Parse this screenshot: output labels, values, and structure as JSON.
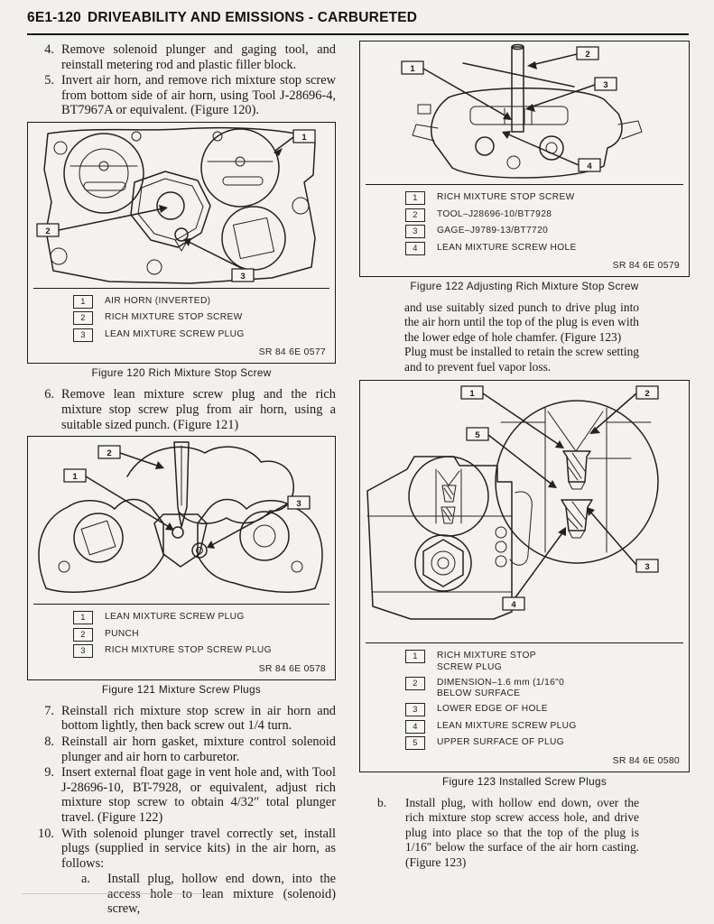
{
  "header": {
    "code": "6E1-120",
    "title": "DRIVEABILITY AND EMISSIONS - CARBURETED"
  },
  "steps": [
    {
      "num": "4.",
      "text": "Remove solenoid plunger and gaging tool, and reinstall metering rod and plastic filler block."
    },
    {
      "num": "5.",
      "text": "Invert air horn, and remove rich mixture stop screw from bottom side of air horn, using Tool J-28696-4, BT7967A or equivalent. (Figure 120)."
    },
    {
      "num": "6.",
      "text": "Remove lean mixture screw plug and the rich mixture stop screw plug from air horn, using a suitable sized punch. (Figure 121)"
    },
    {
      "num": "7.",
      "text": "Reinstall rich mixture stop screw in air horn and bottom lightly, then back screw out 1/4 turn."
    },
    {
      "num": "8.",
      "text": "Reinstall air horn gasket, mixture control solenoid plunger and air horn to carburetor."
    },
    {
      "num": "9.",
      "text": "Insert external float gage in vent hole and, with Tool J-28696-10, BT-7928, or equivalent, adjust rich mixture stop screw to obtain 4/32″ total plunger travel. (Figure 122)"
    },
    {
      "num": "10.",
      "text": "With solenoid plunger travel correctly set, install plugs (supplied in service kits) in the air horn, as follows:"
    }
  ],
  "substeps": [
    {
      "num": "a.",
      "text": "Install plug, hollow end down, into the access hole to lean mixture (solenoid) screw,"
    },
    {
      "num": "b.",
      "text": "Install plug, with hollow end down, over the rich mixture stop screw access hole, and drive plug into place so that the top of the plug is 1/16″ below the surface of the air horn casting. (Figure 123)"
    }
  ],
  "paragraphs": [
    "and use suitably sized punch to drive plug into the air horn until the top of the plug is even with the lower edge of hole chamfer. (Figure 123)",
    "Plug must be installed to retain the screw setting and to prevent fuel vapor loss."
  ],
  "figures": [
    {
      "caption": "Figure 120 Rich Mixture Stop Screw",
      "sr": "SR 84 6E 0577",
      "legend": [
        {
          "num": "1",
          "label": "AIR HORN (INVERTED)"
        },
        {
          "num": "2",
          "label": "RICH MIXTURE STOP SCREW"
        },
        {
          "num": "3",
          "label": "LEAN MIXTURE SCREW PLUG"
        }
      ],
      "callouts": [
        "1",
        "2",
        "3"
      ]
    },
    {
      "caption": "Figure 121 Mixture Screw Plugs",
      "sr": "SR 84 6E 0578",
      "legend": [
        {
          "num": "1",
          "label": "LEAN MIXTURE SCREW PLUG"
        },
        {
          "num": "2",
          "label": "PUNCH"
        },
        {
          "num": "3",
          "label": "RICH MIXTURE STOP SCREW PLUG"
        }
      ],
      "callouts": [
        "2",
        "1",
        "3"
      ]
    },
    {
      "caption": "Figure 122 Adjusting Rich Mixture Stop Screw",
      "sr": "SR 84 6E 0579",
      "legend": [
        {
          "num": "1",
          "label": "RICH MIXTURE STOP SCREW"
        },
        {
          "num": "2",
          "label": "TOOL–J28696-10/BT7928"
        },
        {
          "num": "3",
          "label": "GAGE–J9789-13/BT7720"
        },
        {
          "num": "4",
          "label": "LEAN MIXTURE SCREW HOLE"
        }
      ],
      "callouts": [
        "1",
        "2",
        "3",
        "4"
      ]
    },
    {
      "caption": "Figure 123 Installed Screw Plugs",
      "sr": "SR 84 6E 0580",
      "legend": [
        {
          "num": "1",
          "label": "RICH MIXTURE STOP\nSCREW PLUG"
        },
        {
          "num": "2",
          "label": "DIMENSION–1.6 mm (1/16\"0\nBELOW SURFACE"
        },
        {
          "num": "3",
          "label": "LOWER EDGE OF HOLE"
        },
        {
          "num": "4",
          "label": "LEAN MIXTURE SCREW PLUG"
        },
        {
          "num": "5",
          "label": "UPPER SURFACE OF PLUG"
        }
      ],
      "callouts": [
        "1",
        "2",
        "5",
        "4",
        "3"
      ]
    }
  ]
}
